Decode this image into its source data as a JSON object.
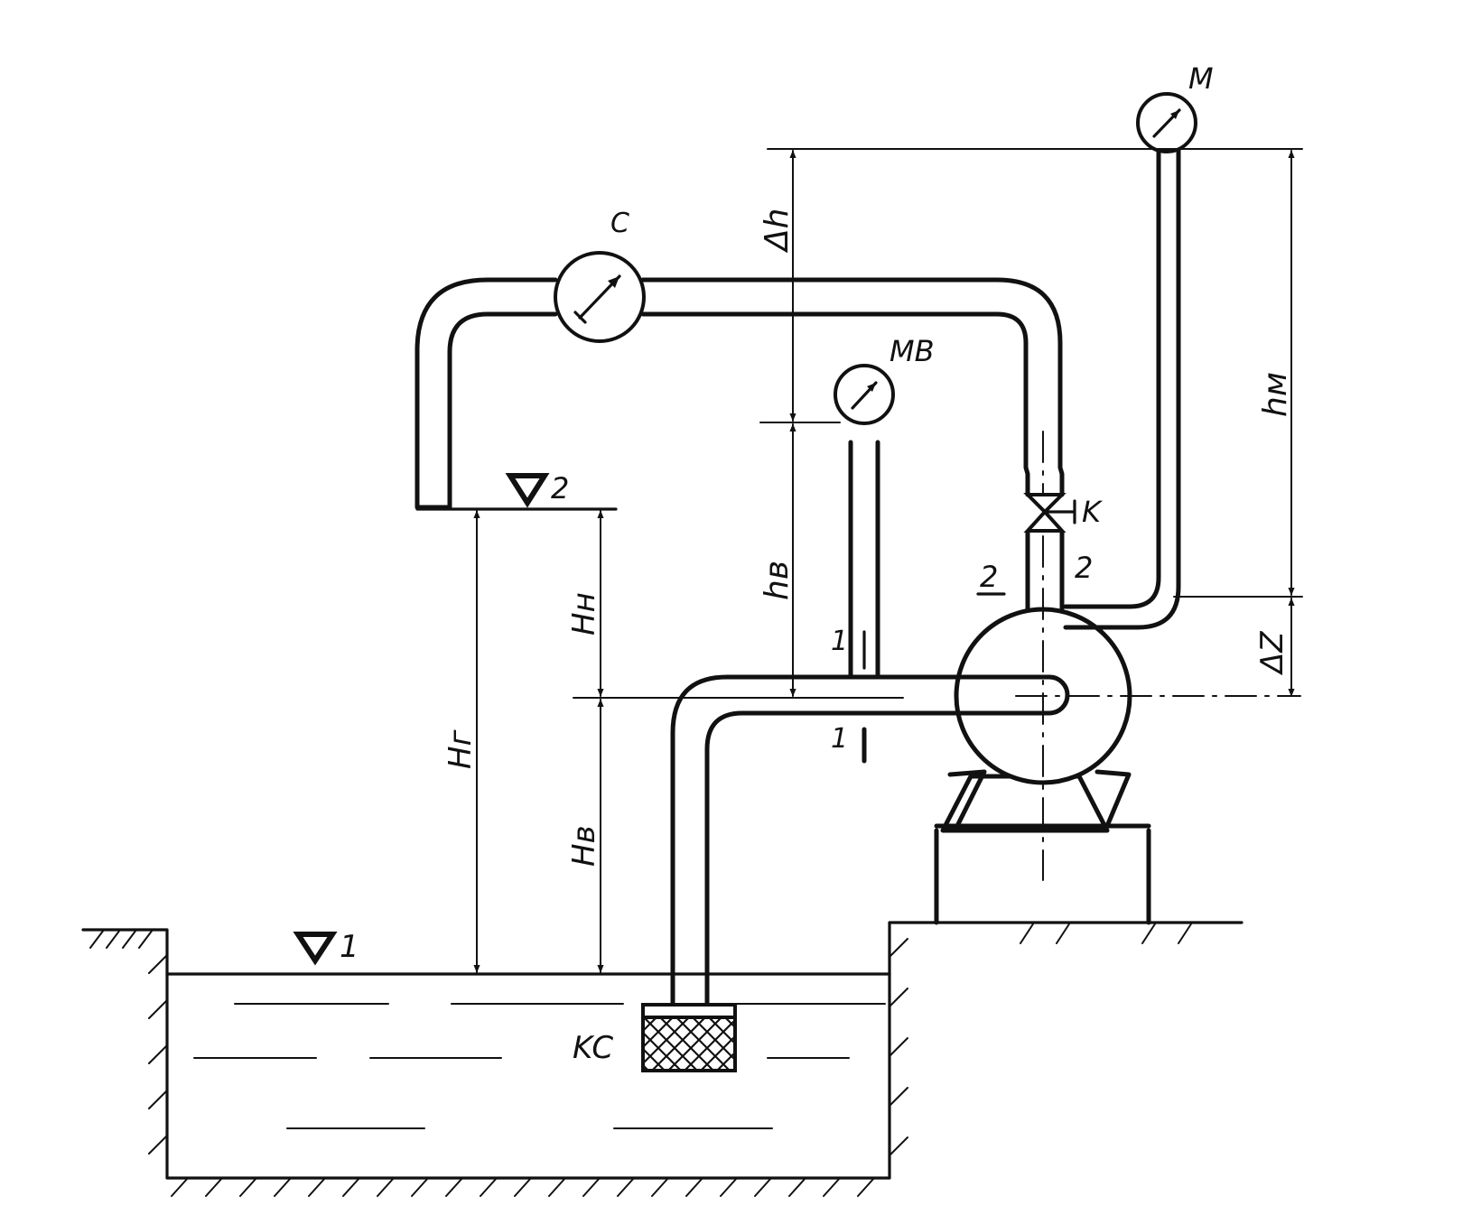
{
  "labels": {
    "level1": "1",
    "level2": "2",
    "pressure_gauge": "M",
    "vacuum_gauge": "MB",
    "flowmeter": "C",
    "valve": "K",
    "strainer": "KC",
    "section1_top": "1",
    "section1_bottom": "1",
    "section2_left": "2",
    "section2_right": "2",
    "H_geodetic": "Hг",
    "H_discharge": "Hн",
    "H_suction": "Hв",
    "h_vacuum": "hв",
    "h_manometer": "hм",
    "delta_h": "Δh",
    "delta_z": "ΔZ"
  },
  "icons": {
    "level_marker": "down-triangle",
    "gauge": "dial-with-needle",
    "valve": "bowtie-valve",
    "strainer": "crosshatch-mesh",
    "ground": "hatching"
  },
  "colors": {
    "ink": "#111111",
    "paper": "#ffffff"
  }
}
